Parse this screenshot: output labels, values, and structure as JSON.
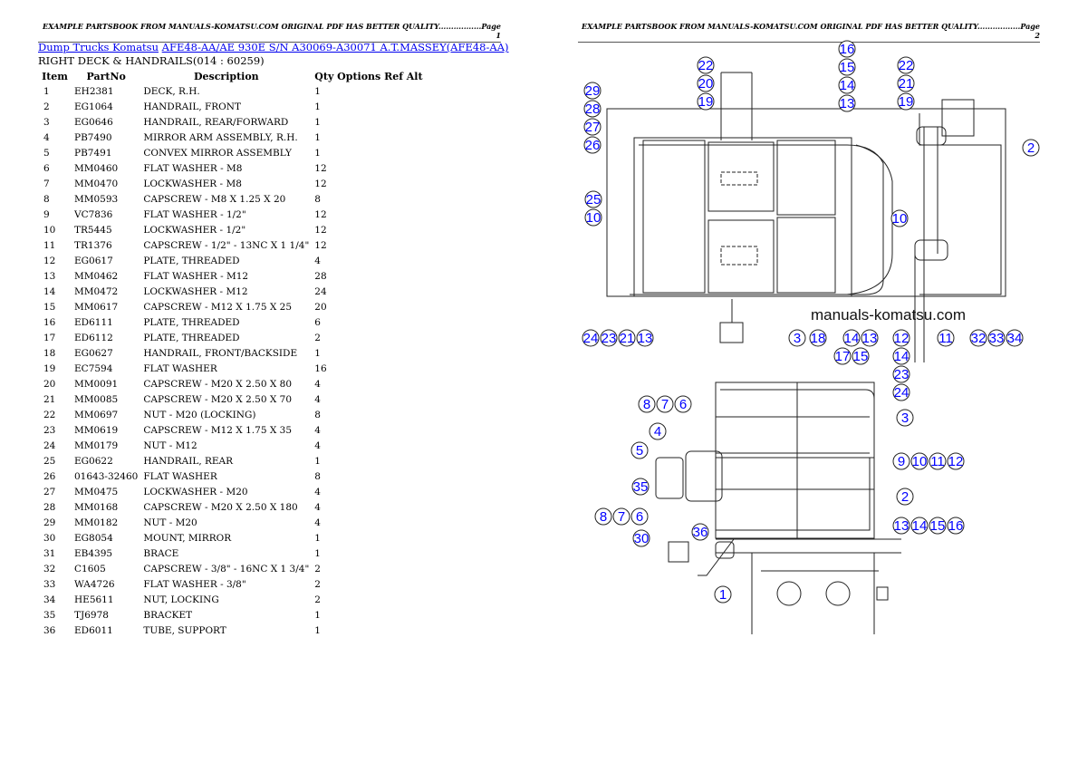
{
  "page1": {
    "header": "EXAMPLE PARTSBOOK FROM MANUALS-KOMATSU.COM ORIGINAL PDF HAS BETTER QUALITY.................Page 1",
    "breadcrumb": [
      "Dump Trucks Komatsu",
      "AFE48-AA/AE 930E S/N A30069-A30071 A.T.MASSEY(AFE48-AA)"
    ],
    "subtitle": "RIGHT DECK & HANDRAILS(014 : 60259)",
    "columns": [
      "Item",
      "PartNo",
      "Description",
      "Qty Options Ref Alt"
    ],
    "rows": [
      [
        "1",
        "EH2381",
        "DECK, R.H.",
        "1"
      ],
      [
        "2",
        "EG1064",
        "HANDRAIL, FRONT",
        "1"
      ],
      [
        "3",
        "EG0646",
        "HANDRAIL, REAR/FORWARD",
        "1"
      ],
      [
        "4",
        "PB7490",
        "MIRROR ARM ASSEMBLY, R.H.",
        "1"
      ],
      [
        "5",
        "PB7491",
        "CONVEX MIRROR ASSEMBLY",
        "1"
      ],
      [
        "6",
        "MM0460",
        "FLAT WASHER - M8",
        "12"
      ],
      [
        "7",
        "MM0470",
        "LOCKWASHER - M8",
        "12"
      ],
      [
        "8",
        "MM0593",
        "CAPSCREW - M8 X 1.25 X 20",
        "8"
      ],
      [
        "9",
        "VC7836",
        "FLAT WASHER - 1/2\"",
        "12"
      ],
      [
        "10",
        "TR5445",
        "LOCKWASHER - 1/2\"",
        "12"
      ],
      [
        "11",
        "TR1376",
        "CAPSCREW - 1/2\" - 13NC X 1 1/4\"",
        "12"
      ],
      [
        "12",
        "EG0617",
        "PLATE, THREADED",
        "4"
      ],
      [
        "13",
        "MM0462",
        "FLAT WASHER - M12",
        "28"
      ],
      [
        "14",
        "MM0472",
        "LOCKWASHER - M12",
        "24"
      ],
      [
        "15",
        "MM0617",
        "CAPSCREW - M12 X 1.75 X 25",
        "20"
      ],
      [
        "16",
        "ED6111",
        "PLATE, THREADED",
        "6"
      ],
      [
        "17",
        "ED6112",
        "PLATE, THREADED",
        "2"
      ],
      [
        "18",
        "EG0627",
        "HANDRAIL, FRONT/BACKSIDE",
        "1"
      ],
      [
        "19",
        "EC7594",
        "FLAT WASHER",
        "16"
      ],
      [
        "20",
        "MM0091",
        "CAPSCREW - M20 X 2.50 X 80",
        "4"
      ],
      [
        "21",
        "MM0085",
        "CAPSCREW - M20 X 2.50 X 70",
        "4"
      ],
      [
        "22",
        "MM0697",
        "NUT - M20 (LOCKING)",
        "8"
      ],
      [
        "23",
        "MM0619",
        "CAPSCREW - M12 X 1.75 X 35",
        "4"
      ],
      [
        "24",
        "MM0179",
        "NUT - M12",
        "4"
      ],
      [
        "25",
        "EG0622",
        "HANDRAIL, REAR",
        "1"
      ],
      [
        "26",
        "01643-32460",
        "FLAT WASHER",
        "8"
      ],
      [
        "27",
        "MM0475",
        "LOCKWASHER - M20",
        "4"
      ],
      [
        "28",
        "MM0168",
        "CAPSCREW - M20 X 2.50 X 180",
        "4"
      ],
      [
        "29",
        "MM0182",
        "NUT - M20",
        "4"
      ],
      [
        "30",
        "EG8054",
        "MOUNT, MIRROR",
        "1"
      ],
      [
        "31",
        "EB4395",
        "BRACE",
        "1"
      ],
      [
        "32",
        "C1605",
        "CAPSCREW - 3/8\" - 16NC X 1 3/4\"",
        "2"
      ],
      [
        "33",
        "WA4726",
        "FLAT WASHER - 3/8\"",
        "2"
      ],
      [
        "34",
        "HE5611",
        "NUT, LOCKING",
        "2"
      ],
      [
        "35",
        "TJ6978",
        "BRACKET",
        "1"
      ],
      [
        "36",
        "ED6011",
        "TUBE, SUPPORT",
        "1"
      ]
    ]
  },
  "page2": {
    "header": "EXAMPLE PARTSBOOK FROM MANUALS-KOMATSU.COM ORIGINAL PDF HAS BETTER QUALITY.................Page 2",
    "watermark": "manuals-komatsu.com",
    "callouts": [
      "29",
      "28",
      "27",
      "26",
      "25",
      "10",
      "22",
      "20",
      "19",
      "16",
      "15",
      "14",
      "13",
      "22",
      "21",
      "19",
      "2",
      "10",
      "24",
      "23",
      "21",
      "13",
      "3",
      "18",
      "14",
      "13",
      "17",
      "15",
      "12",
      "14",
      "23",
      "24",
      "11",
      "32",
      "33",
      "34",
      "8",
      "7",
      "6",
      "4",
      "5",
      "35",
      "8",
      "7",
      "6",
      "30",
      "36",
      "1",
      "3",
      "9",
      "10",
      "11",
      "12",
      "2",
      "13",
      "14",
      "15",
      "16"
    ],
    "callout_color": "#0000ff"
  }
}
